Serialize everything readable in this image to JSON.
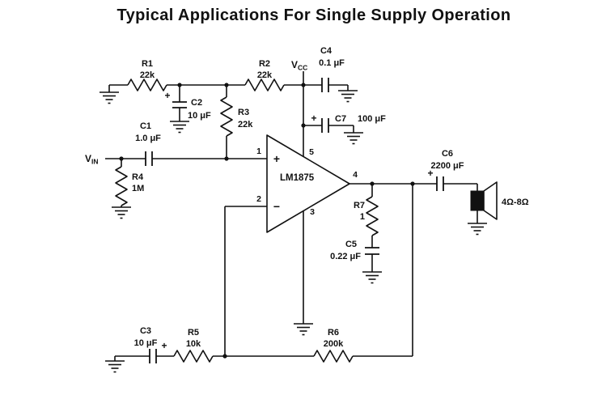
{
  "title": "Typical Applications For Single Supply Operation",
  "power_label": {
    "main": "V",
    "sub": "CC"
  },
  "input_label": {
    "main": "V",
    "sub": "IN"
  },
  "ic": {
    "name": "LM1875",
    "plus": "+",
    "minus": "−",
    "pin1": "1",
    "pin2": "2",
    "pin3": "3",
    "pin4": "4",
    "pin5": "5"
  },
  "components": {
    "r1": {
      "ref": "R1",
      "value": "22k"
    },
    "r2": {
      "ref": "R2",
      "value": "22k"
    },
    "r3": {
      "ref": "R3",
      "value": "22k"
    },
    "r4": {
      "ref": "R4",
      "value": "1M"
    },
    "r5": {
      "ref": "R5",
      "value": "10k"
    },
    "r6": {
      "ref": "R6",
      "value": "200k"
    },
    "r7": {
      "ref": "R7",
      "value": "1"
    },
    "c1": {
      "ref": "C1",
      "value": "1.0 μF"
    },
    "c2": {
      "ref": "C2",
      "value": "10 μF"
    },
    "c3": {
      "ref": "C3",
      "value": "10 μF"
    },
    "c4": {
      "ref": "C4",
      "value": "0.1 μF"
    },
    "c5": {
      "ref": "C5",
      "value": "0.22 μF"
    },
    "c6": {
      "ref": "C6",
      "value": "2200 μF"
    },
    "c7": {
      "ref": "C7",
      "value": "100 μF"
    }
  },
  "speaker": {
    "impedance": "4Ω-8Ω"
  },
  "symbols": {
    "polarity": "+"
  }
}
